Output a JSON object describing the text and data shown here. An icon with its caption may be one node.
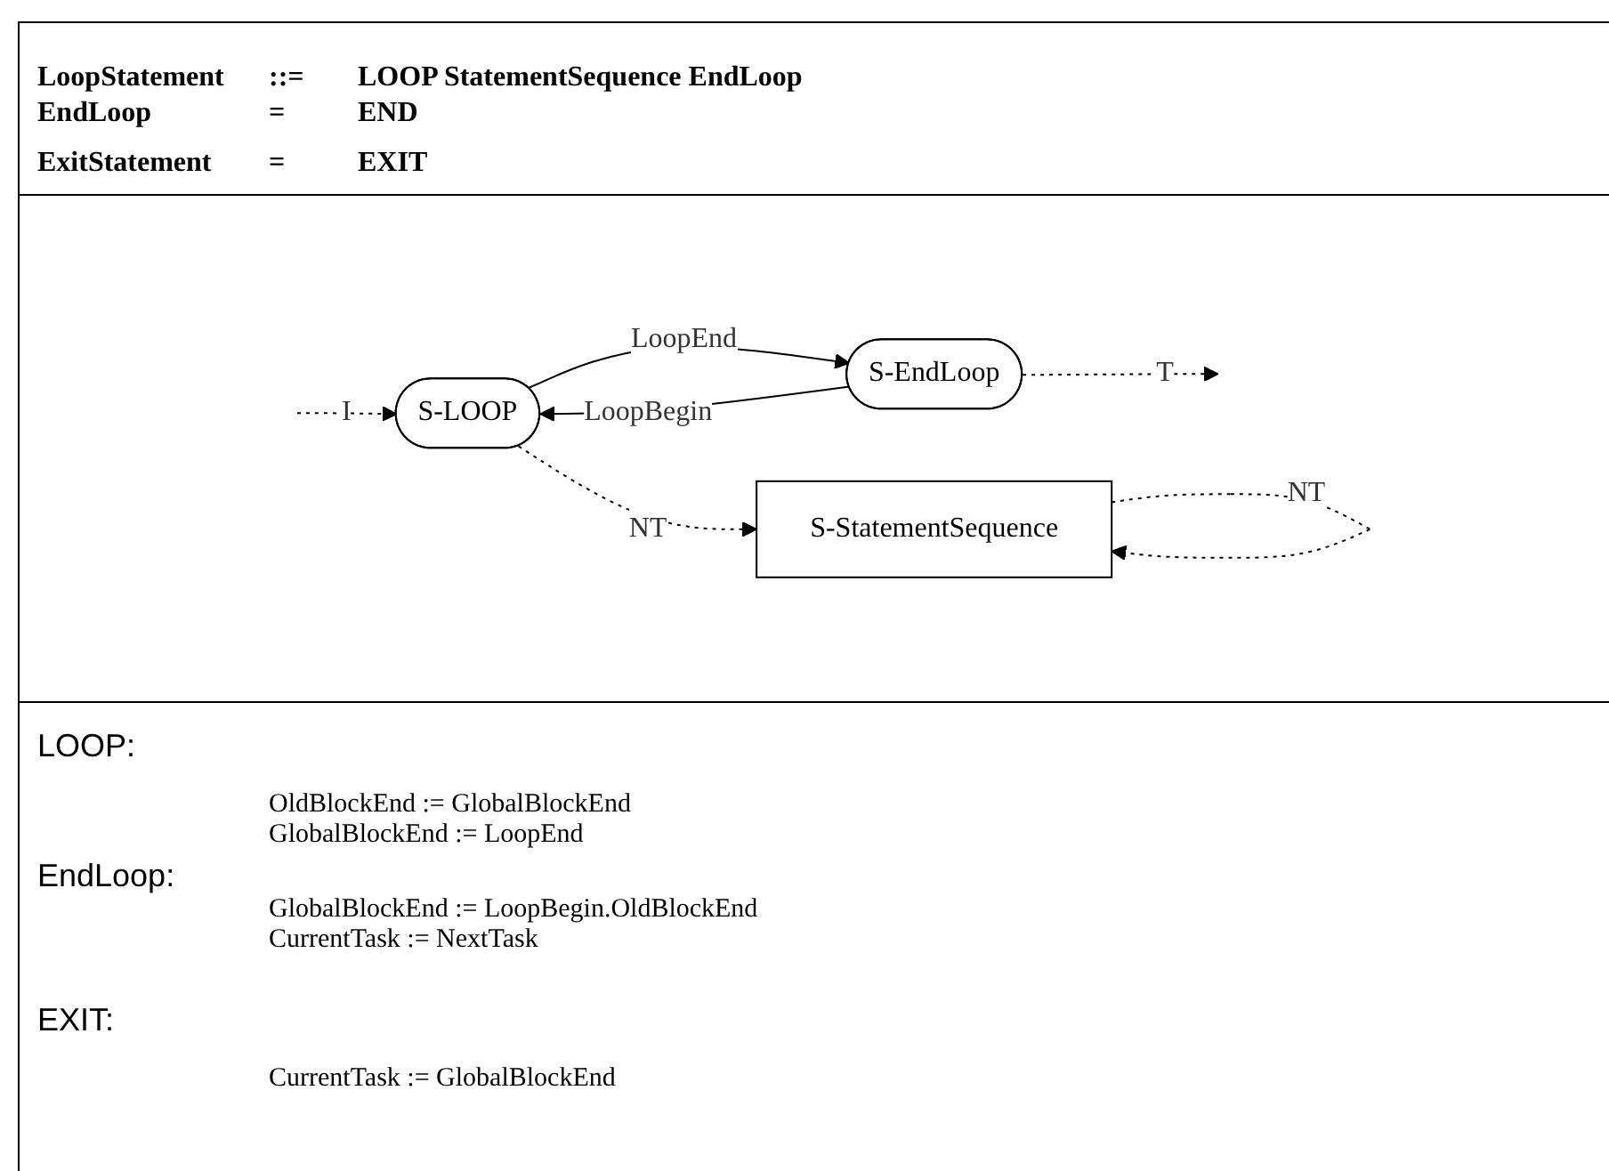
{
  "diagram": {
    "nodes": [
      {
        "text": [
          "S-LOOP"
        ]
      },
      {
        "text": [
          "S-StatementSequence"
        ]
      },
      {
        "text": [
          "S-EndLoop"
        ]
      }
    ],
    "edges": [
      {
        "from": null,
        "to": 0,
        "arrow": "to",
        "label": "I",
        "style": "dashed"
      },
      {
        "from": 0,
        "to": 1,
        "arrow": "to",
        "label": "NT",
        "style": "dashed"
      },
      {
        "from": 1,
        "to": 1,
        "arrow": "to",
        "label": "NT",
        "style": "dashed"
      },
      {
        "from": 0,
        "to": 2,
        "arrow": "to",
        "label": "LoopEnd"
      },
      {
        "from": 2,
        "to": 0,
        "arrow": "to",
        "label": "LoopBegin"
      },
      {
        "from": 2,
        "to": null,
        "arrow": "to",
        "label": "T",
        "style": "dashed"
      }
    ],
    "labels": [
      "LoopStatement",
      "::=",
      "LOOP StatementSequence EndLoop",
      "EndLoop",
      "=",
      "END",
      "ExitStatement",
      "=",
      "EXIT",
      "LOOP:",
      "OldBlockEnd := GlobalBlockEnd",
      "GlobalBlockEnd := LoopEnd",
      "EndLoop:",
      "GlobalBlockEnd := LoopBegin.OldBlockEnd",
      "CurrentTask := NextTask",
      "EXIT:",
      "CurrentTask := GlobalBlockEnd"
    ]
  }
}
